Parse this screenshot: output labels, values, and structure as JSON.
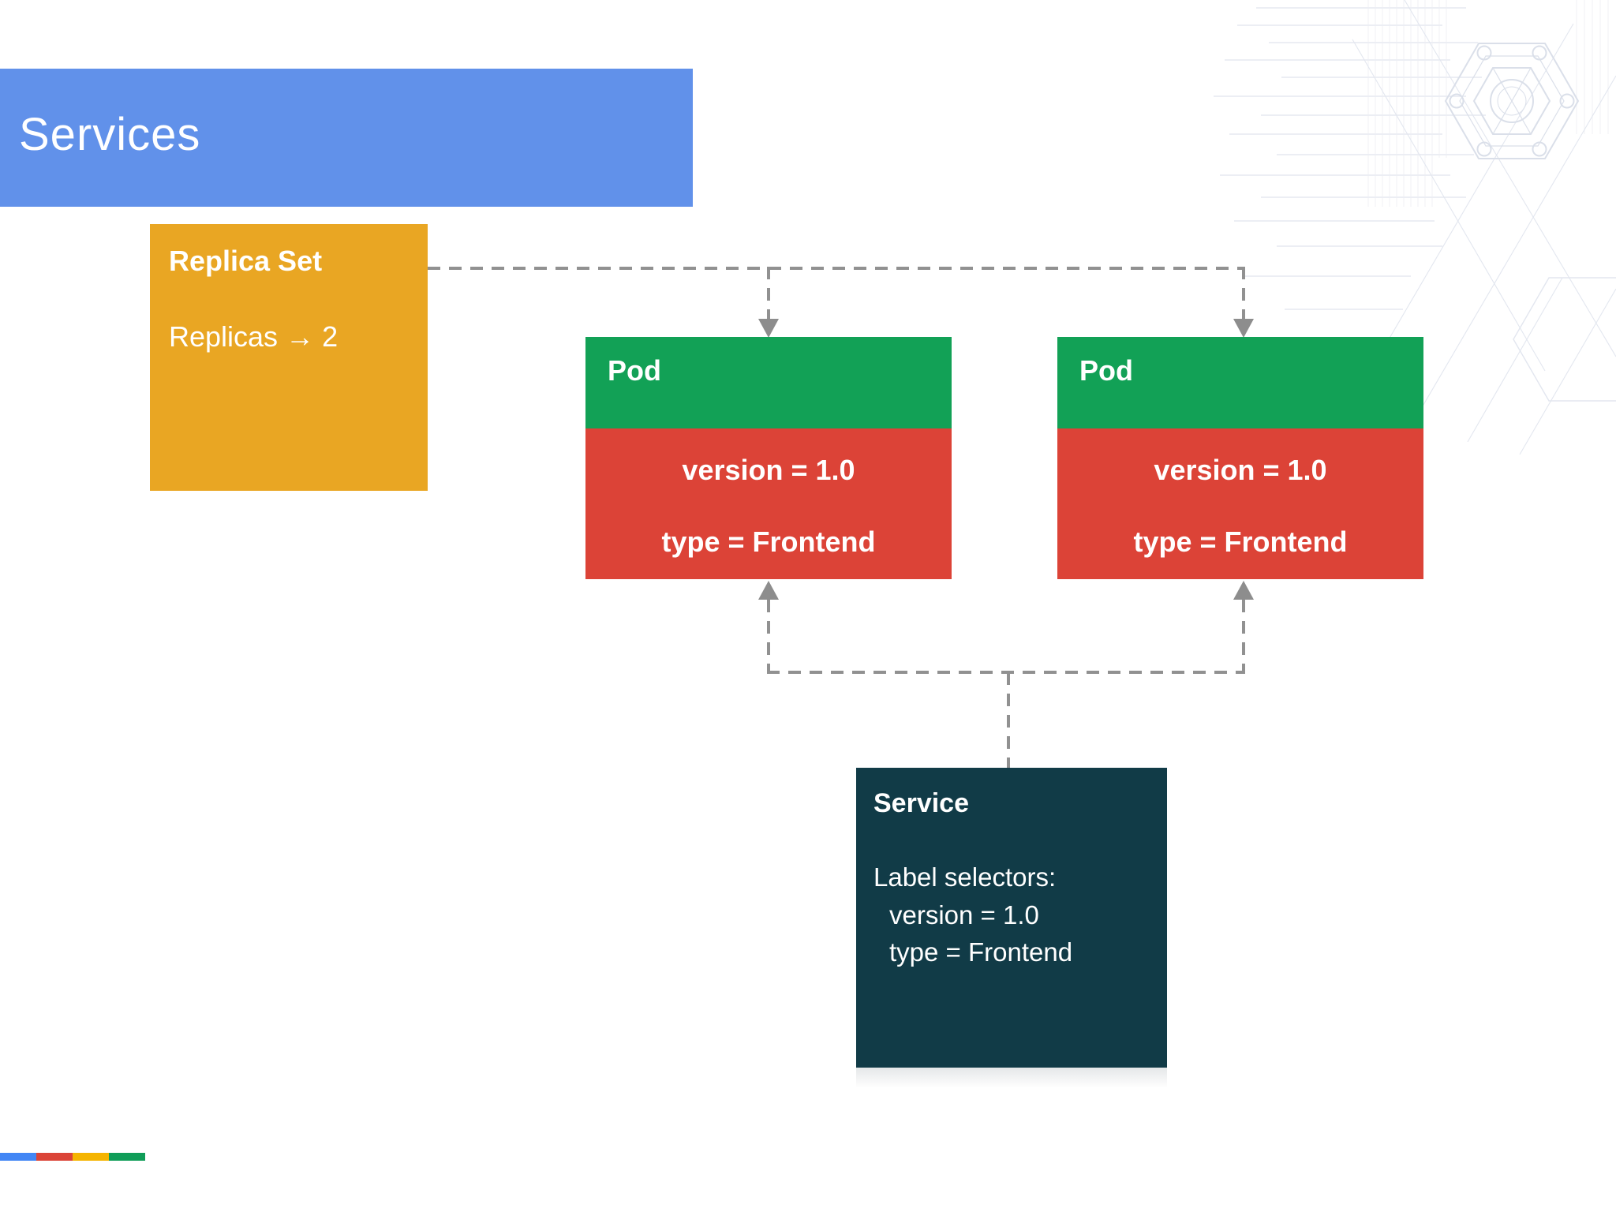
{
  "slide": {
    "title": "Services",
    "colors": {
      "title_banner": "#6191EA",
      "replica_set_box": "#E9A623",
      "pod_header": "#12A156",
      "pod_body": "#DC4337",
      "service_box": "#113B47",
      "connector_gray": "#919191",
      "text": "#FFFFFF"
    }
  },
  "replica_set": {
    "title": "Replica Set",
    "replicas_label": "Replicas → 2"
  },
  "pods": [
    {
      "title": "Pod",
      "labels": [
        "version = 1.0",
        "type = Frontend"
      ]
    },
    {
      "title": "Pod",
      "labels": [
        "version = 1.0",
        "type = Frontend"
      ]
    }
  ],
  "service": {
    "title": "Service",
    "selector_heading": "Label selectors:",
    "selectors": [
      "version = 1.0",
      "type = Frontend"
    ]
  },
  "footer_stripes": [
    {
      "name": "blue",
      "color": "#4286F5"
    },
    {
      "name": "red",
      "color": "#DB4437"
    },
    {
      "name": "yellow",
      "color": "#F5B400"
    },
    {
      "name": "green",
      "color": "#109D58"
    }
  ],
  "decoration": {
    "name": "blueprint hexagon sketch"
  }
}
